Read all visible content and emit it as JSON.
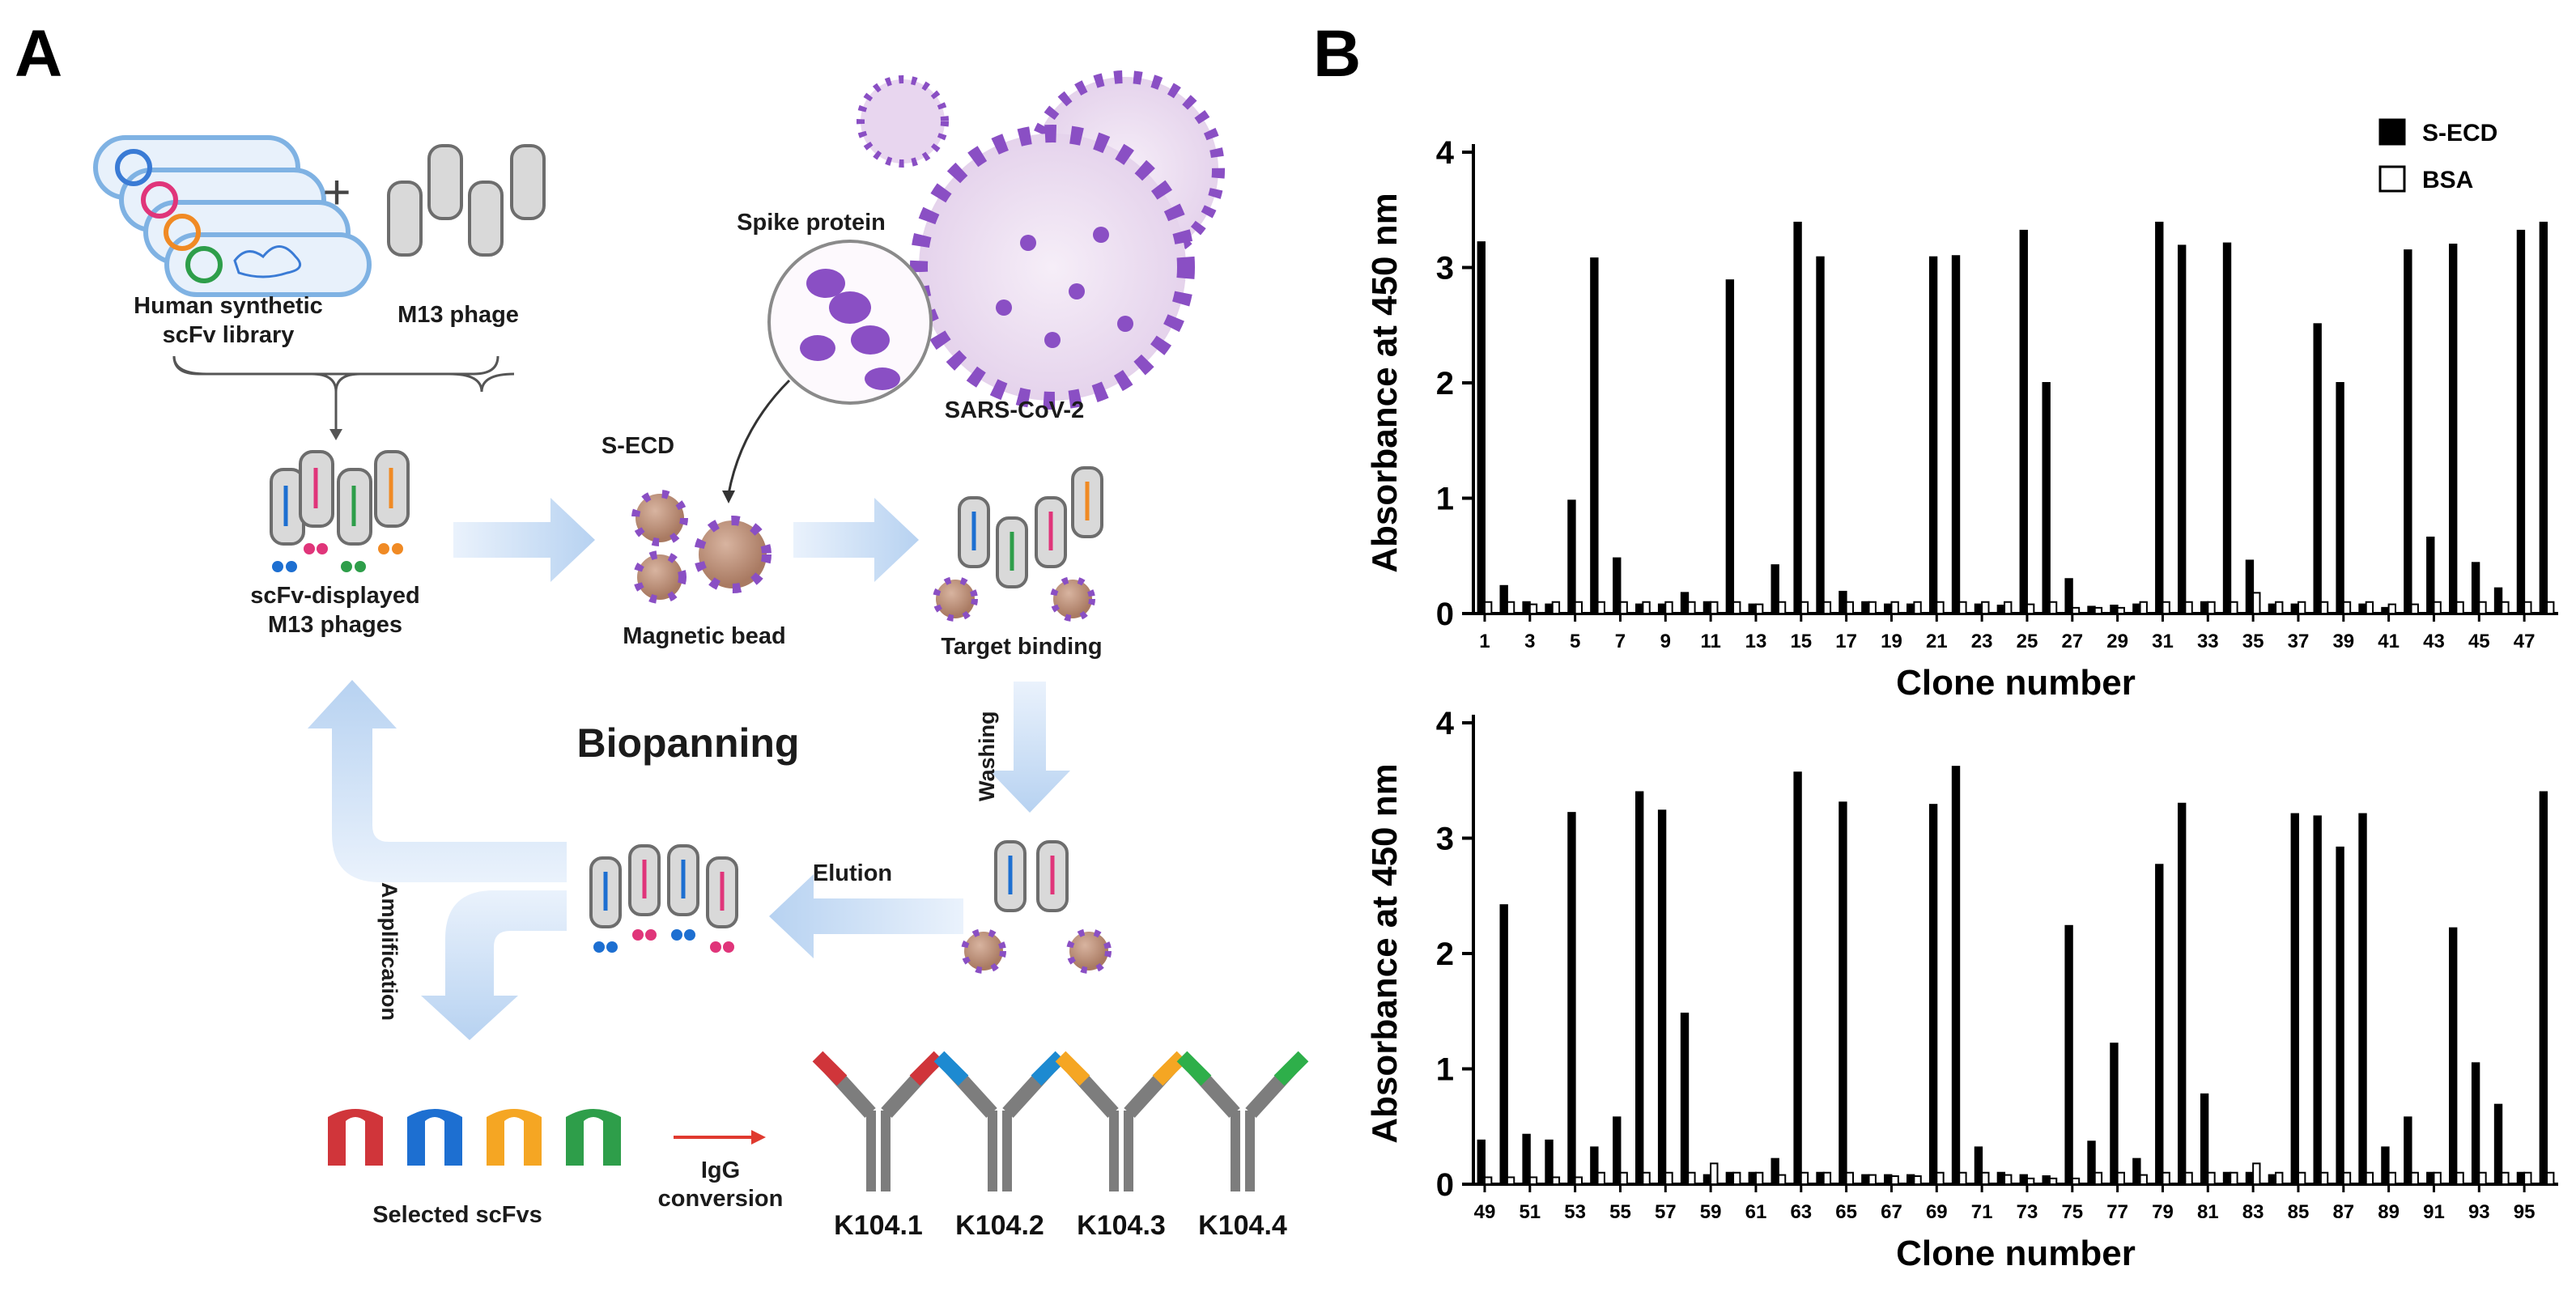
{
  "panel_a": {
    "letter": "A",
    "library_label_1": "Human synthetic",
    "library_label_2": "scFv library",
    "phage_label": "M13 phage",
    "plus": "+",
    "spike_label": "Spike protein",
    "virus_label": "SARS-CoV-2",
    "secd_label": "S-ECD",
    "displayed_label_1": "scFv-displayed",
    "displayed_label_2": "M13 phages",
    "bead_label": "Magnetic bead",
    "target_label": "Target binding",
    "biopanning_label": "Biopanning",
    "washing_label": "Washing",
    "elution_label": "Elution",
    "amplification_label": "Amplification",
    "selected_label": "Selected scFvs",
    "igg_label_1": "IgG",
    "igg_label_2": "conversion",
    "antibodies": [
      "K104.1",
      "K104.2",
      "K104.3",
      "K104.4"
    ],
    "colors": {
      "arrow": "#c6dbf4",
      "red": "#d0353a",
      "blue": "#1d6fd1",
      "orange": "#f5a623",
      "green": "#2e9e4a",
      "virus": "#8a4fc4",
      "bead": "#b98a72"
    }
  },
  "panel_b": {
    "letter": "B",
    "chart_data": [
      {
        "type": "bar",
        "x": [
          1,
          2,
          3,
          4,
          5,
          6,
          7,
          8,
          9,
          10,
          11,
          12,
          13,
          14,
          15,
          16,
          17,
          18,
          19,
          20,
          21,
          22,
          23,
          24,
          25,
          26,
          27,
          28,
          29,
          30,
          31,
          32,
          33,
          34,
          35,
          36,
          37,
          38,
          39,
          40,
          41,
          42,
          43,
          44,
          45,
          46,
          47,
          48
        ],
        "xticks": [
          "1",
          "3",
          "5",
          "7",
          "9",
          "11",
          "13",
          "15",
          "17",
          "19",
          "21",
          "23",
          "25",
          "27",
          "29",
          "31",
          "33",
          "35",
          "37",
          "39",
          "41",
          "43",
          "45",
          "47"
        ],
        "series": [
          {
            "name": "S-ECD",
            "color": "#000000",
            "values": [
              3.22,
              0.24,
              0.1,
              0.08,
              0.98,
              3.08,
              0.48,
              0.08,
              0.08,
              0.18,
              0.1,
              2.89,
              0.08,
              0.42,
              3.39,
              3.09,
              0.19,
              0.1,
              0.08,
              0.08,
              3.09,
              3.1,
              0.08,
              0.07,
              3.32,
              2.0,
              0.3,
              0.06,
              0.07,
              0.08,
              3.39,
              3.19,
              0.1,
              3.21,
              0.46,
              0.08,
              0.08,
              2.51,
              2.0,
              0.08,
              0.05,
              3.15,
              0.66,
              3.2,
              0.44,
              0.22,
              3.32,
              3.39
            ]
          },
          {
            "name": "BSA",
            "color": "#ffffff",
            "values": [
              0.1,
              0.1,
              0.08,
              0.1,
              0.1,
              0.1,
              0.1,
              0.1,
              0.1,
              0.1,
              0.1,
              0.1,
              0.08,
              0.1,
              0.1,
              0.1,
              0.1,
              0.1,
              0.1,
              0.1,
              0.1,
              0.1,
              0.1,
              0.1,
              0.08,
              0.1,
              0.05,
              0.05,
              0.05,
              0.1,
              0.1,
              0.1,
              0.1,
              0.1,
              0.18,
              0.1,
              0.1,
              0.1,
              0.1,
              0.1,
              0.08,
              0.08,
              0.1,
              0.1,
              0.1,
              0.1,
              0.1,
              0.1
            ]
          }
        ],
        "xlabel": "Clone number",
        "ylabel": "Absorbance at 450 nm",
        "ylim": [
          0,
          4
        ],
        "yticks": [
          0,
          1,
          2,
          3,
          4
        ],
        "legend": "top-right"
      },
      {
        "type": "bar",
        "x": [
          49,
          50,
          51,
          52,
          53,
          54,
          55,
          56,
          57,
          58,
          59,
          60,
          61,
          62,
          63,
          64,
          65,
          66,
          67,
          68,
          69,
          70,
          71,
          72,
          73,
          74,
          75,
          76,
          77,
          78,
          79,
          80,
          81,
          82,
          83,
          84,
          85,
          86,
          87,
          88,
          89,
          90,
          91,
          92,
          93,
          94,
          95,
          96
        ],
        "xticks": [
          "49",
          "51",
          "53",
          "55",
          "57",
          "59",
          "61",
          "63",
          "65",
          "67",
          "69",
          "71",
          "73",
          "75",
          "77",
          "79",
          "81",
          "83",
          "85",
          "87",
          "89",
          "91",
          "93",
          "95"
        ],
        "series": [
          {
            "name": "S-ECD",
            "color": "#000000",
            "values": [
              0.38,
              2.42,
              0.43,
              0.38,
              3.22,
              0.32,
              0.58,
              3.4,
              3.24,
              1.48,
              0.08,
              0.1,
              0.1,
              0.22,
              3.57,
              0.1,
              3.31,
              0.08,
              0.08,
              0.08,
              3.29,
              3.62,
              0.32,
              0.1,
              0.08,
              0.07,
              2.24,
              0.37,
              1.22,
              0.22,
              2.77,
              3.3,
              0.78,
              0.1,
              0.1,
              0.08,
              3.21,
              3.19,
              2.92,
              3.21,
              0.32,
              0.58,
              0.1,
              2.22,
              1.05,
              0.69,
              0.1,
              3.4
            ]
          },
          {
            "name": "BSA",
            "color": "#ffffff",
            "values": [
              0.06,
              0.06,
              0.06,
              0.06,
              0.06,
              0.1,
              0.1,
              0.1,
              0.1,
              0.1,
              0.18,
              0.1,
              0.1,
              0.08,
              0.1,
              0.1,
              0.1,
              0.08,
              0.07,
              0.07,
              0.1,
              0.1,
              0.1,
              0.08,
              0.05,
              0.05,
              0.05,
              0.1,
              0.1,
              0.08,
              0.1,
              0.1,
              0.1,
              0.1,
              0.18,
              0.1,
              0.1,
              0.1,
              0.1,
              0.1,
              0.1,
              0.1,
              0.1,
              0.1,
              0.1,
              0.1,
              0.1,
              0.1
            ]
          }
        ],
        "xlabel": "Clone number",
        "ylabel": "Absorbance at 450 nm",
        "ylim": [
          0,
          4
        ],
        "yticks": [
          0,
          1,
          2,
          3,
          4
        ],
        "legend": "none"
      }
    ]
  }
}
